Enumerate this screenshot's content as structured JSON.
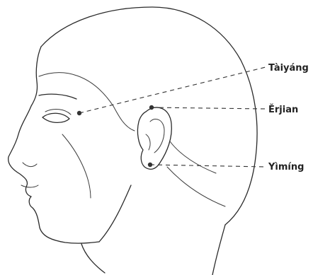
{
  "points": [
    {
      "id": "taiyang",
      "label": "Tàiyáng"
    },
    {
      "id": "erjian",
      "label": "Ěrjian"
    },
    {
      "id": "yiming",
      "label": "Yìmíng"
    }
  ],
  "colors": {
    "ink": "#2a2a2a",
    "background": "#ffffff"
  }
}
